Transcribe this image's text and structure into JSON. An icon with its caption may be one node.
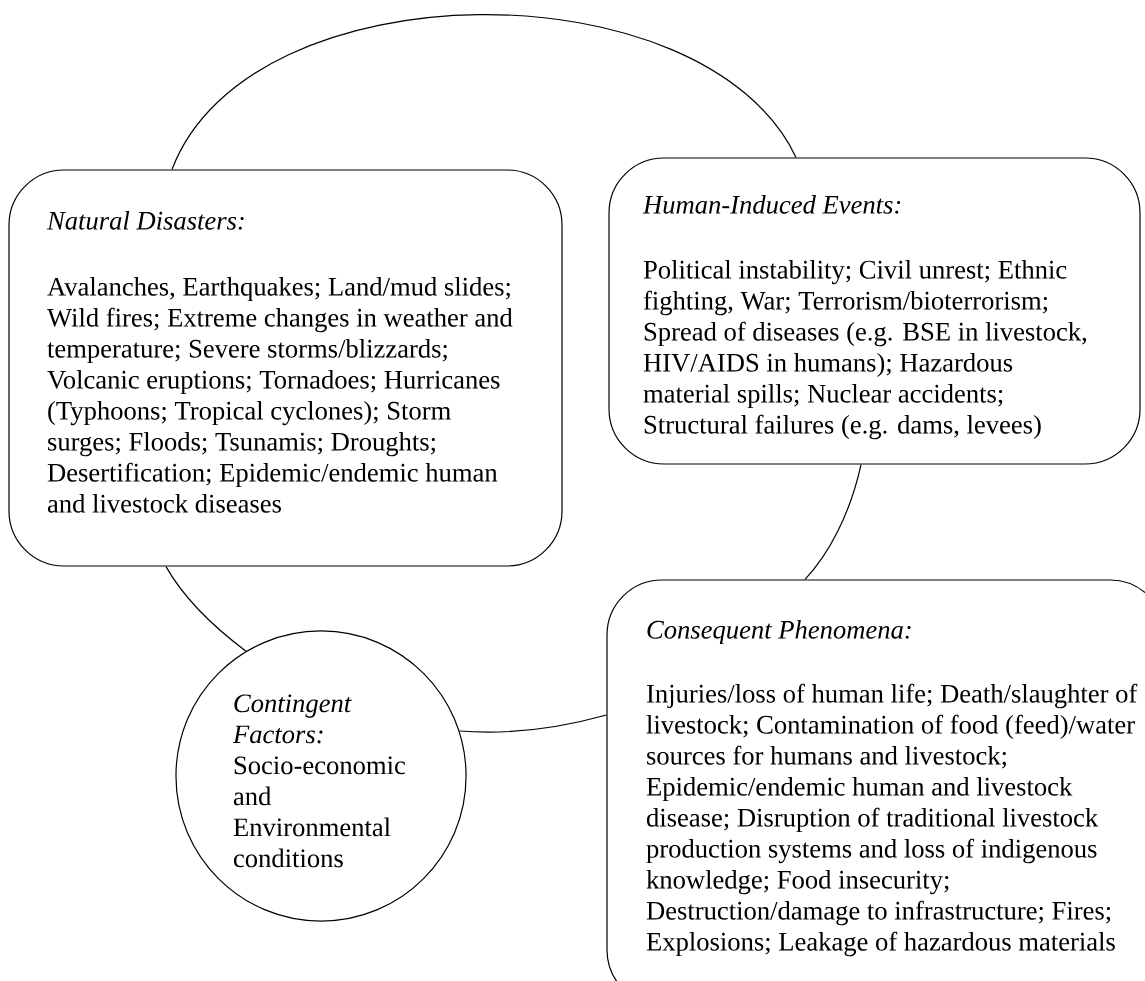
{
  "diagram": {
    "nodes": [
      {
        "text": [
          "Natural Disasters:",
          "Avalanches, Earthquakes; Land/mud slides; Wild fires; Extreme changes in weather and temperature; Severe storms/blizzards; Volcanic eruptions; Tornadoes; Hurricanes (Typhoons; Tropical cyclones); Storm surges; Floods; Tsunamis; Droughts; Desertification; Epidemic/endemic human and livestock diseases"
        ]
      },
      {
        "text": [
          "Human-Induced Events:",
          "Political instability; Civil unrest; Ethnic fighting, War; Terrorism/bioterrorism; Spread of diseases (e.g. BSE in livestock, HIV/AIDS in humans); Hazardous material spills; Nuclear accidents; Structural failures (e.g. dams, levees)"
        ]
      },
      {
        "text": [
          "Consequent Phenomena:",
          "Injuries/loss of human life; Death/slaughter of livestock; Contamination of food (feed)/water sources for humans and livestock; Epidemic/endemic human and livestock disease; Disruption of traditional livestock production systems and loss of indigenous knowledge; Food insecurity; Destruction/damage to infrastructure; Fires; Explosions; Leakage of hazardous materials"
        ]
      },
      {
        "text": [
          "Contingent Factors:",
          "Socio-economic and Environmental conditions"
        ]
      }
    ],
    "edges": [
      {
        "from": 0,
        "to": 1,
        "arrow": "none"
      },
      {
        "from": 1,
        "to": 2,
        "arrow": "none"
      },
      {
        "from": 2,
        "to": 3,
        "arrow": "none"
      },
      {
        "from": 3,
        "to": 0,
        "arrow": "none"
      }
    ]
  }
}
